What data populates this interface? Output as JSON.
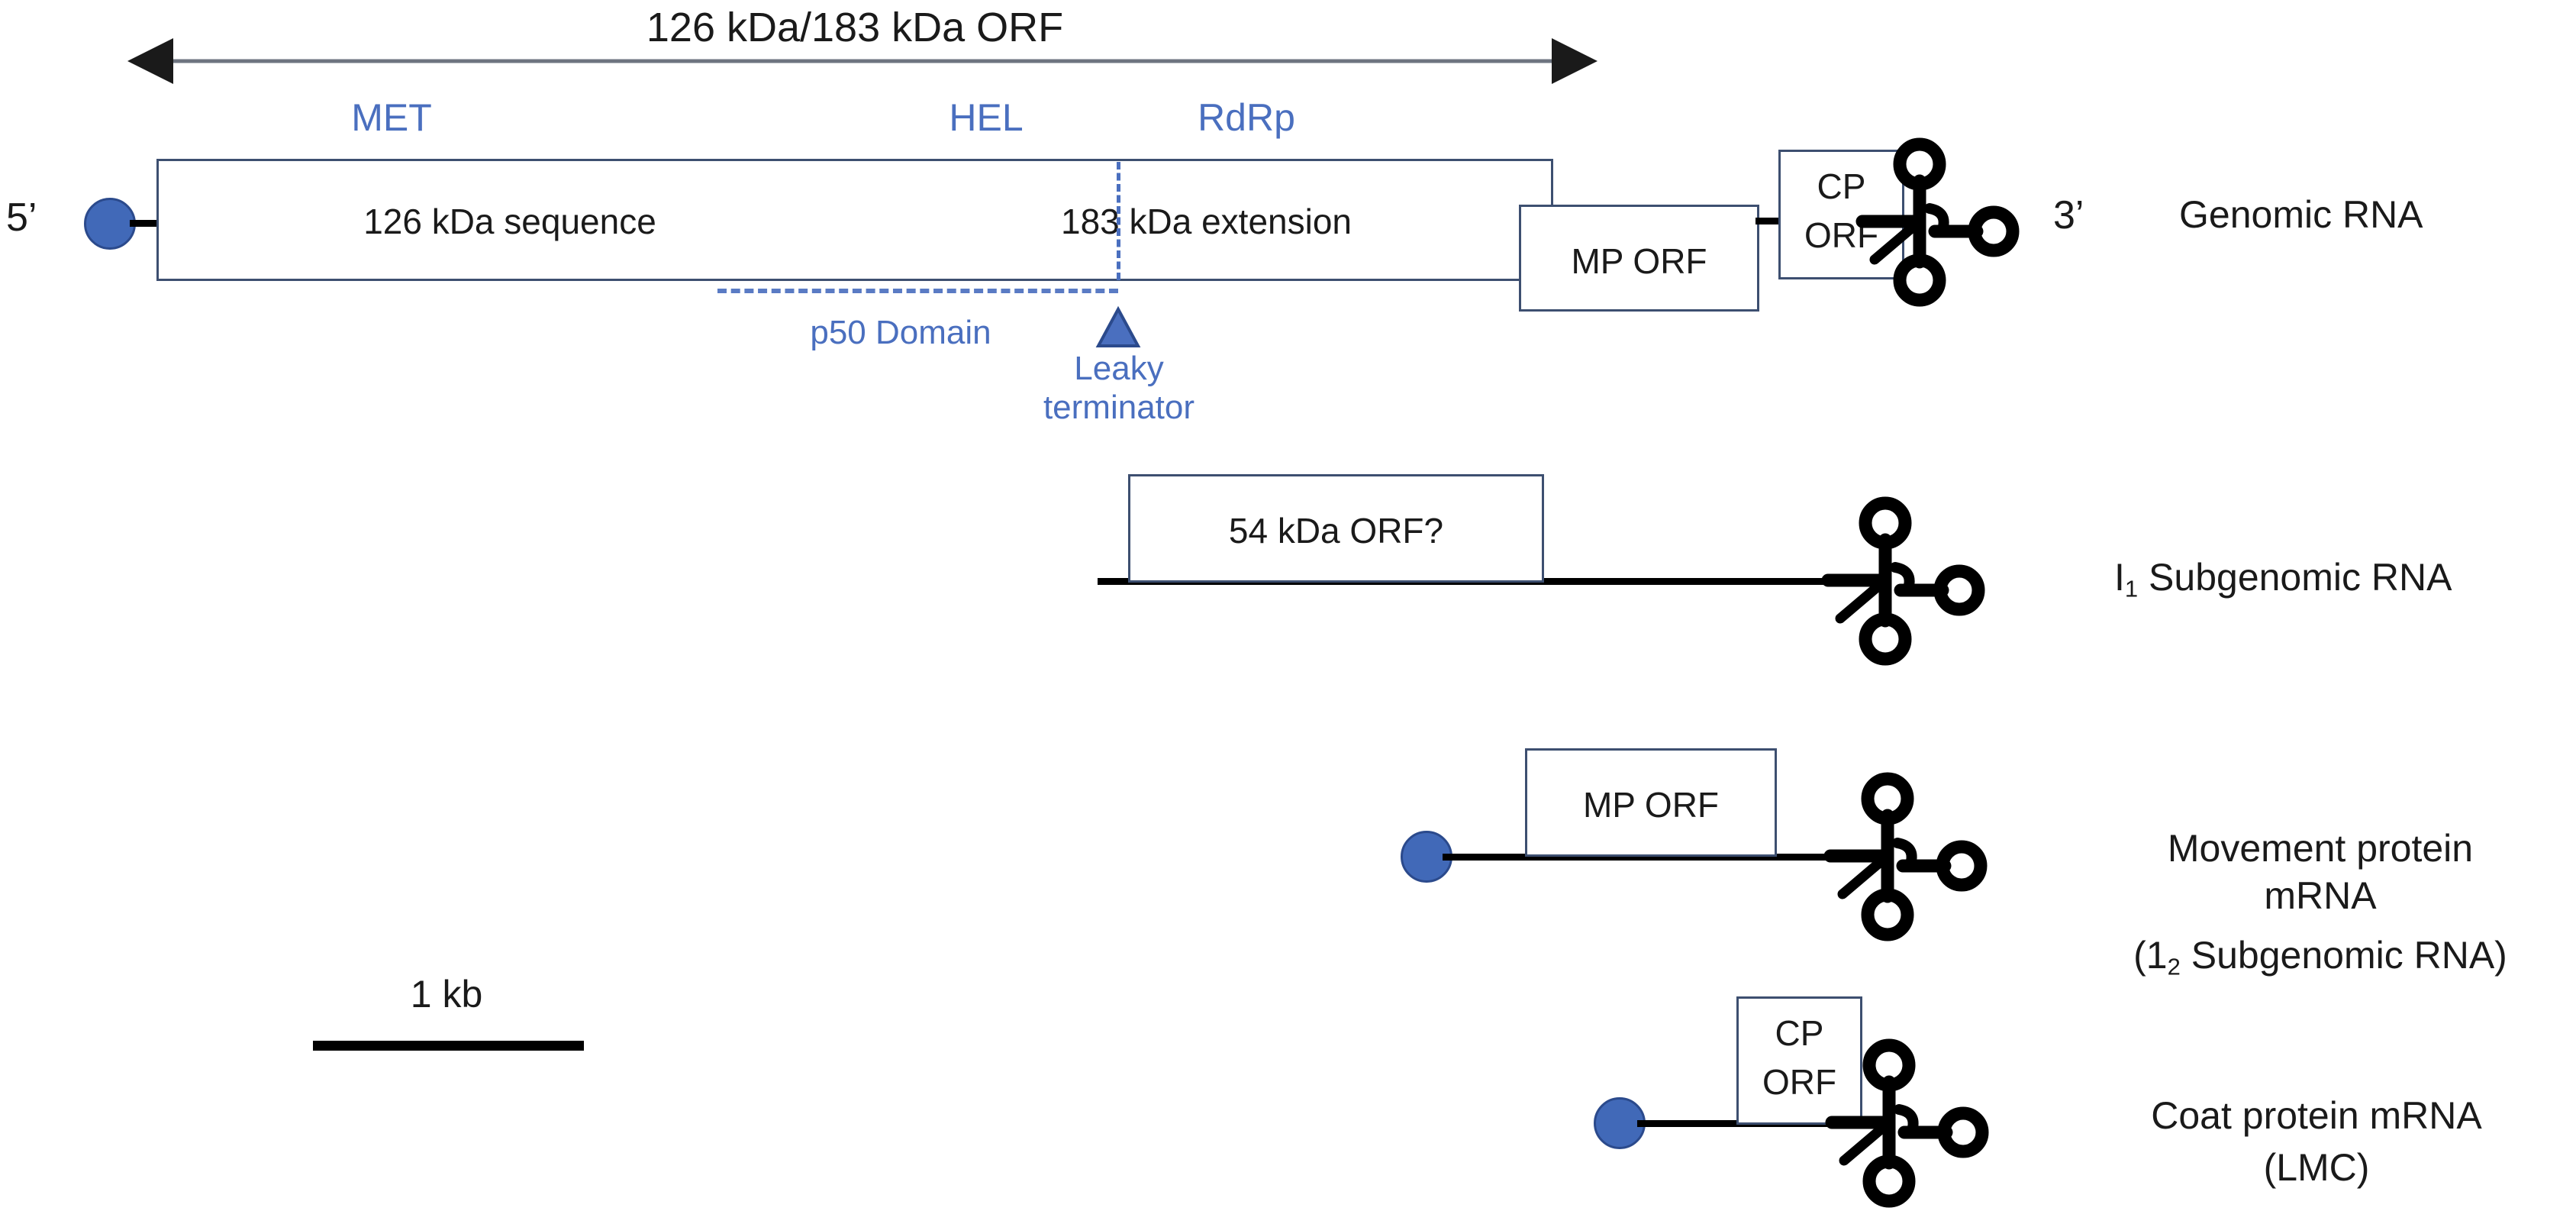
{
  "figure": {
    "title": "126 kDa/183 kDa ORF",
    "scale_label": "1 kb",
    "five_prime": "5’",
    "three_prime": "3’"
  },
  "domains": {
    "met": "MET",
    "hel": "HEL",
    "rdrp": "RdRp",
    "p50": "p50 Domain",
    "leaky_line1": "Leaky",
    "leaky_line2": "terminator"
  },
  "genomic": {
    "side_label": "Genomic RNA",
    "seq_126": "126 kDa sequence",
    "ext_183": "183 kDa extension",
    "mp_orf": "MP ORF",
    "cp_orf_line1": "CP",
    "cp_orf_line2": "ORF"
  },
  "i1": {
    "side_label_pre": "I",
    "side_label_sub": "1",
    "side_label_post": " Subgenomic RNA",
    "orf_label": "54 kDa ORF?"
  },
  "mp_mrna": {
    "side_label_line1": "Movement protein",
    "side_label_line2": "mRNA",
    "side_label_line3_pre": "(1",
    "side_label_line3_sub": "2",
    "side_label_line3_post": " Subgenomic RNA)",
    "orf_label": "MP ORF"
  },
  "cp_mrna": {
    "side_label_line1": "Coat protein mRNA",
    "side_label_line2": "(LMC)",
    "orf_line1": "CP",
    "orf_line2": "ORF"
  },
  "colors": {
    "accent_blue": "#4a6fbf",
    "cap_blue": "#4169b8",
    "box_stroke": "#3d4f70",
    "black": "#000000",
    "background": "#ffffff"
  }
}
